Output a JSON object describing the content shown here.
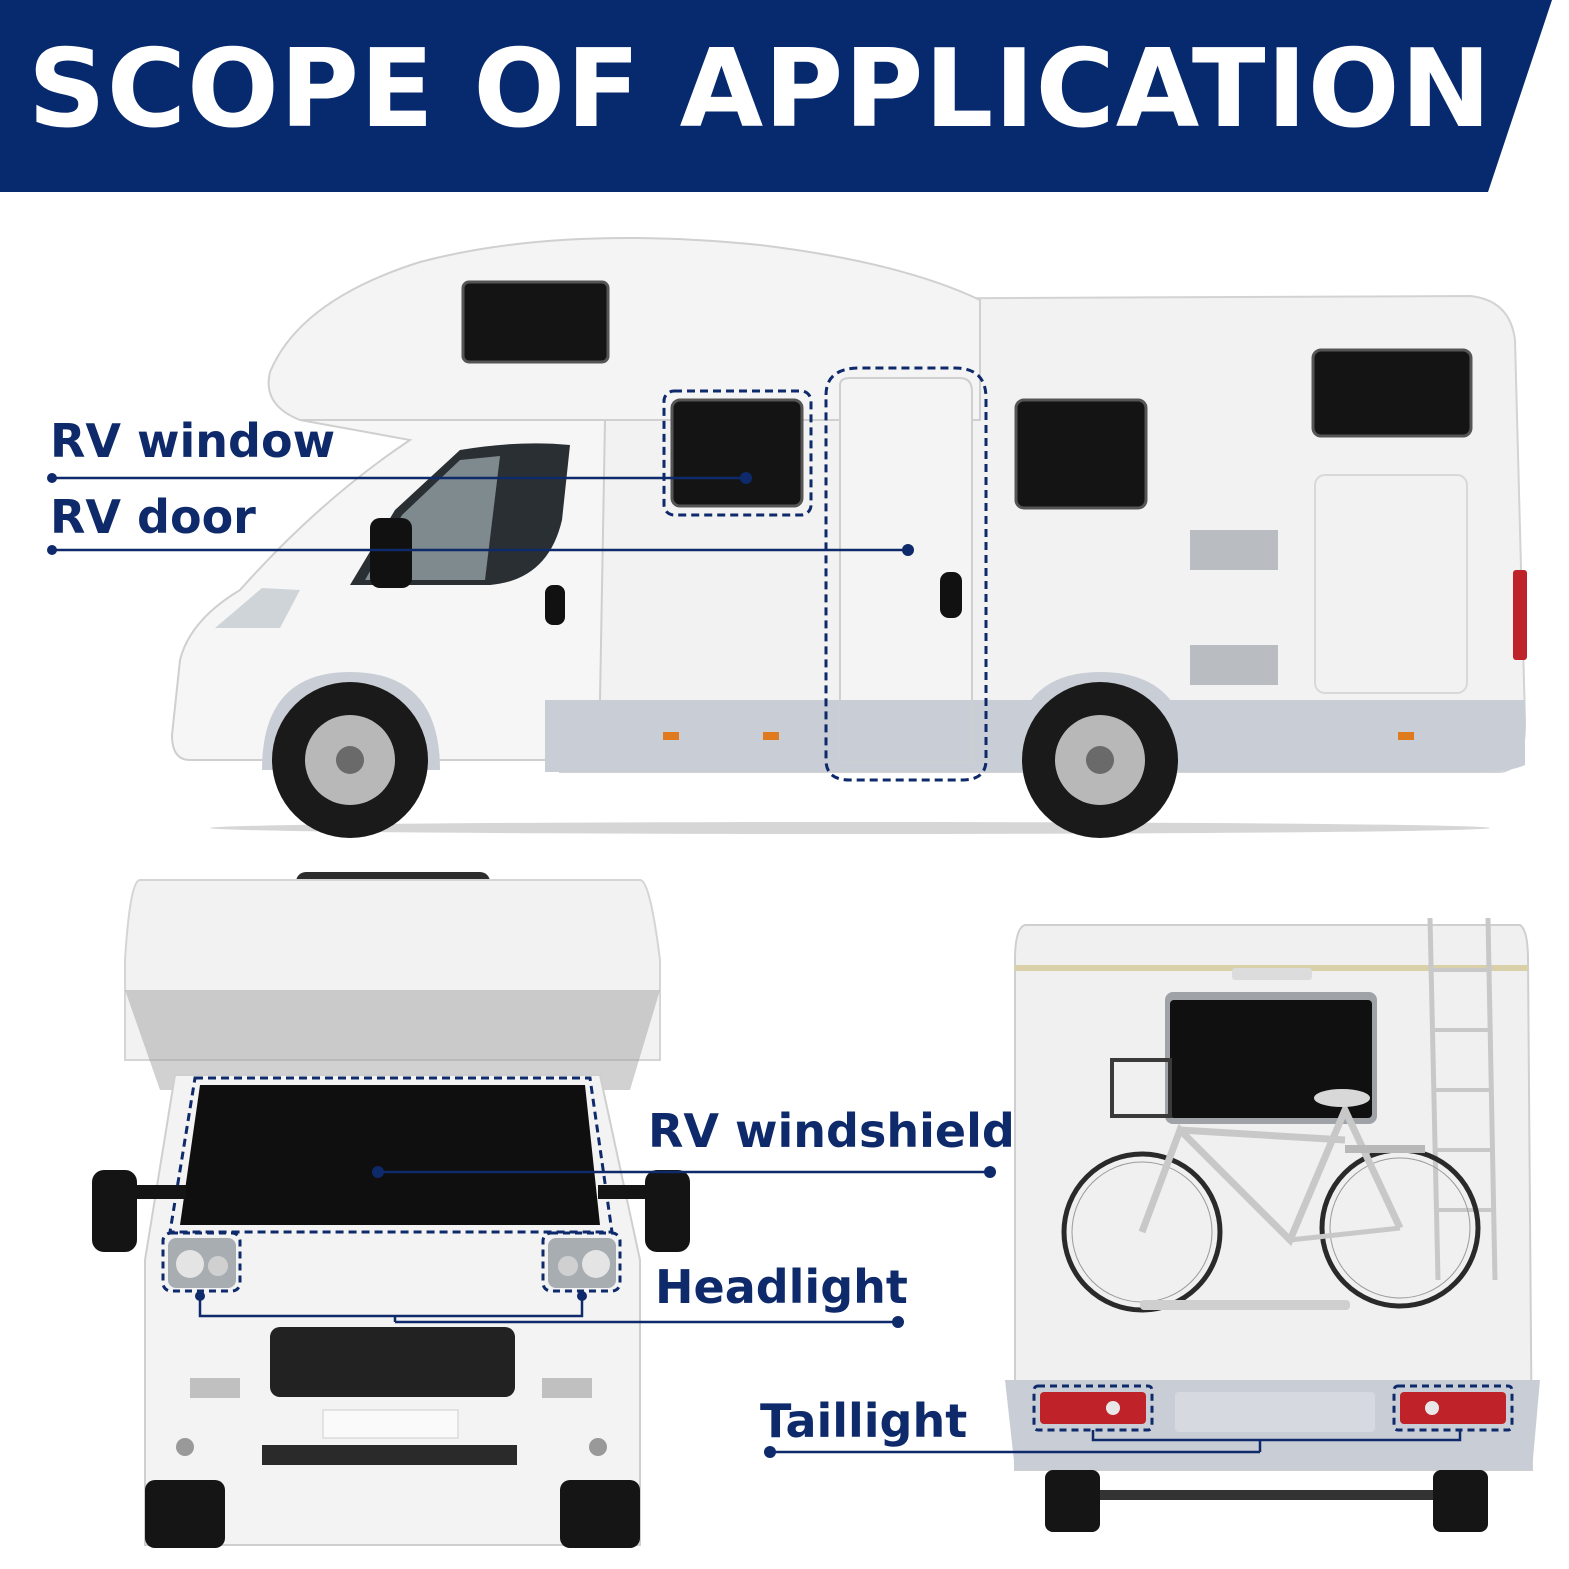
{
  "banner": {
    "title": "SCOPE OF APPLICATION",
    "background_color": "#072a6e",
    "text_color": "#ffffff"
  },
  "callouts": {
    "rv_window": "RV window",
    "rv_door": "RV door",
    "rv_windshield": "RV windshield",
    "headlight": "Headlight",
    "taillight": "Taillight"
  },
  "colors": {
    "callout": "#0e2a6b",
    "rv_body": "#f2f2f2",
    "rv_lower": "#c9ced6",
    "glass": "#141414",
    "taillight": "#c0222a"
  },
  "images": [
    "rv-side-view",
    "rv-front-view",
    "rv-rear-view-with-bicycle"
  ]
}
